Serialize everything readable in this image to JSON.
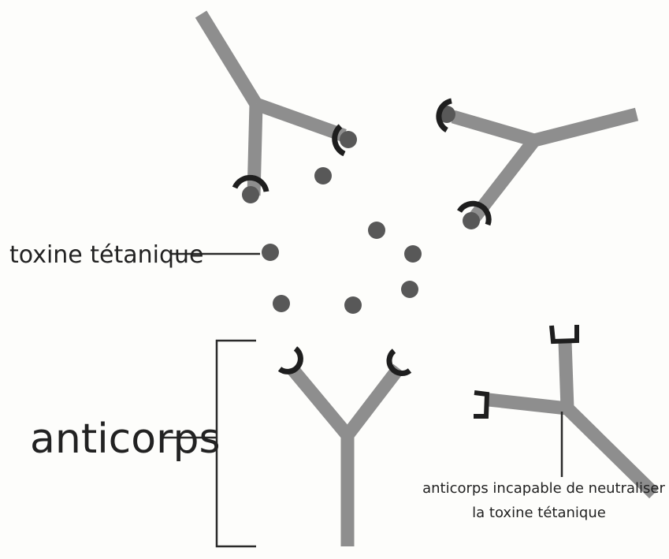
{
  "labels": {
    "toxine": "toxine tétanique",
    "anticorps": "anticorps",
    "incapable_line1": "anticorps incapable de neutraliser",
    "incapable_line2": "la toxine tétanique"
  },
  "colors": {
    "antibody": "#8e8e8e",
    "toxin": "#585858",
    "binding_site": "#1e1e1e",
    "text": "#222222"
  }
}
